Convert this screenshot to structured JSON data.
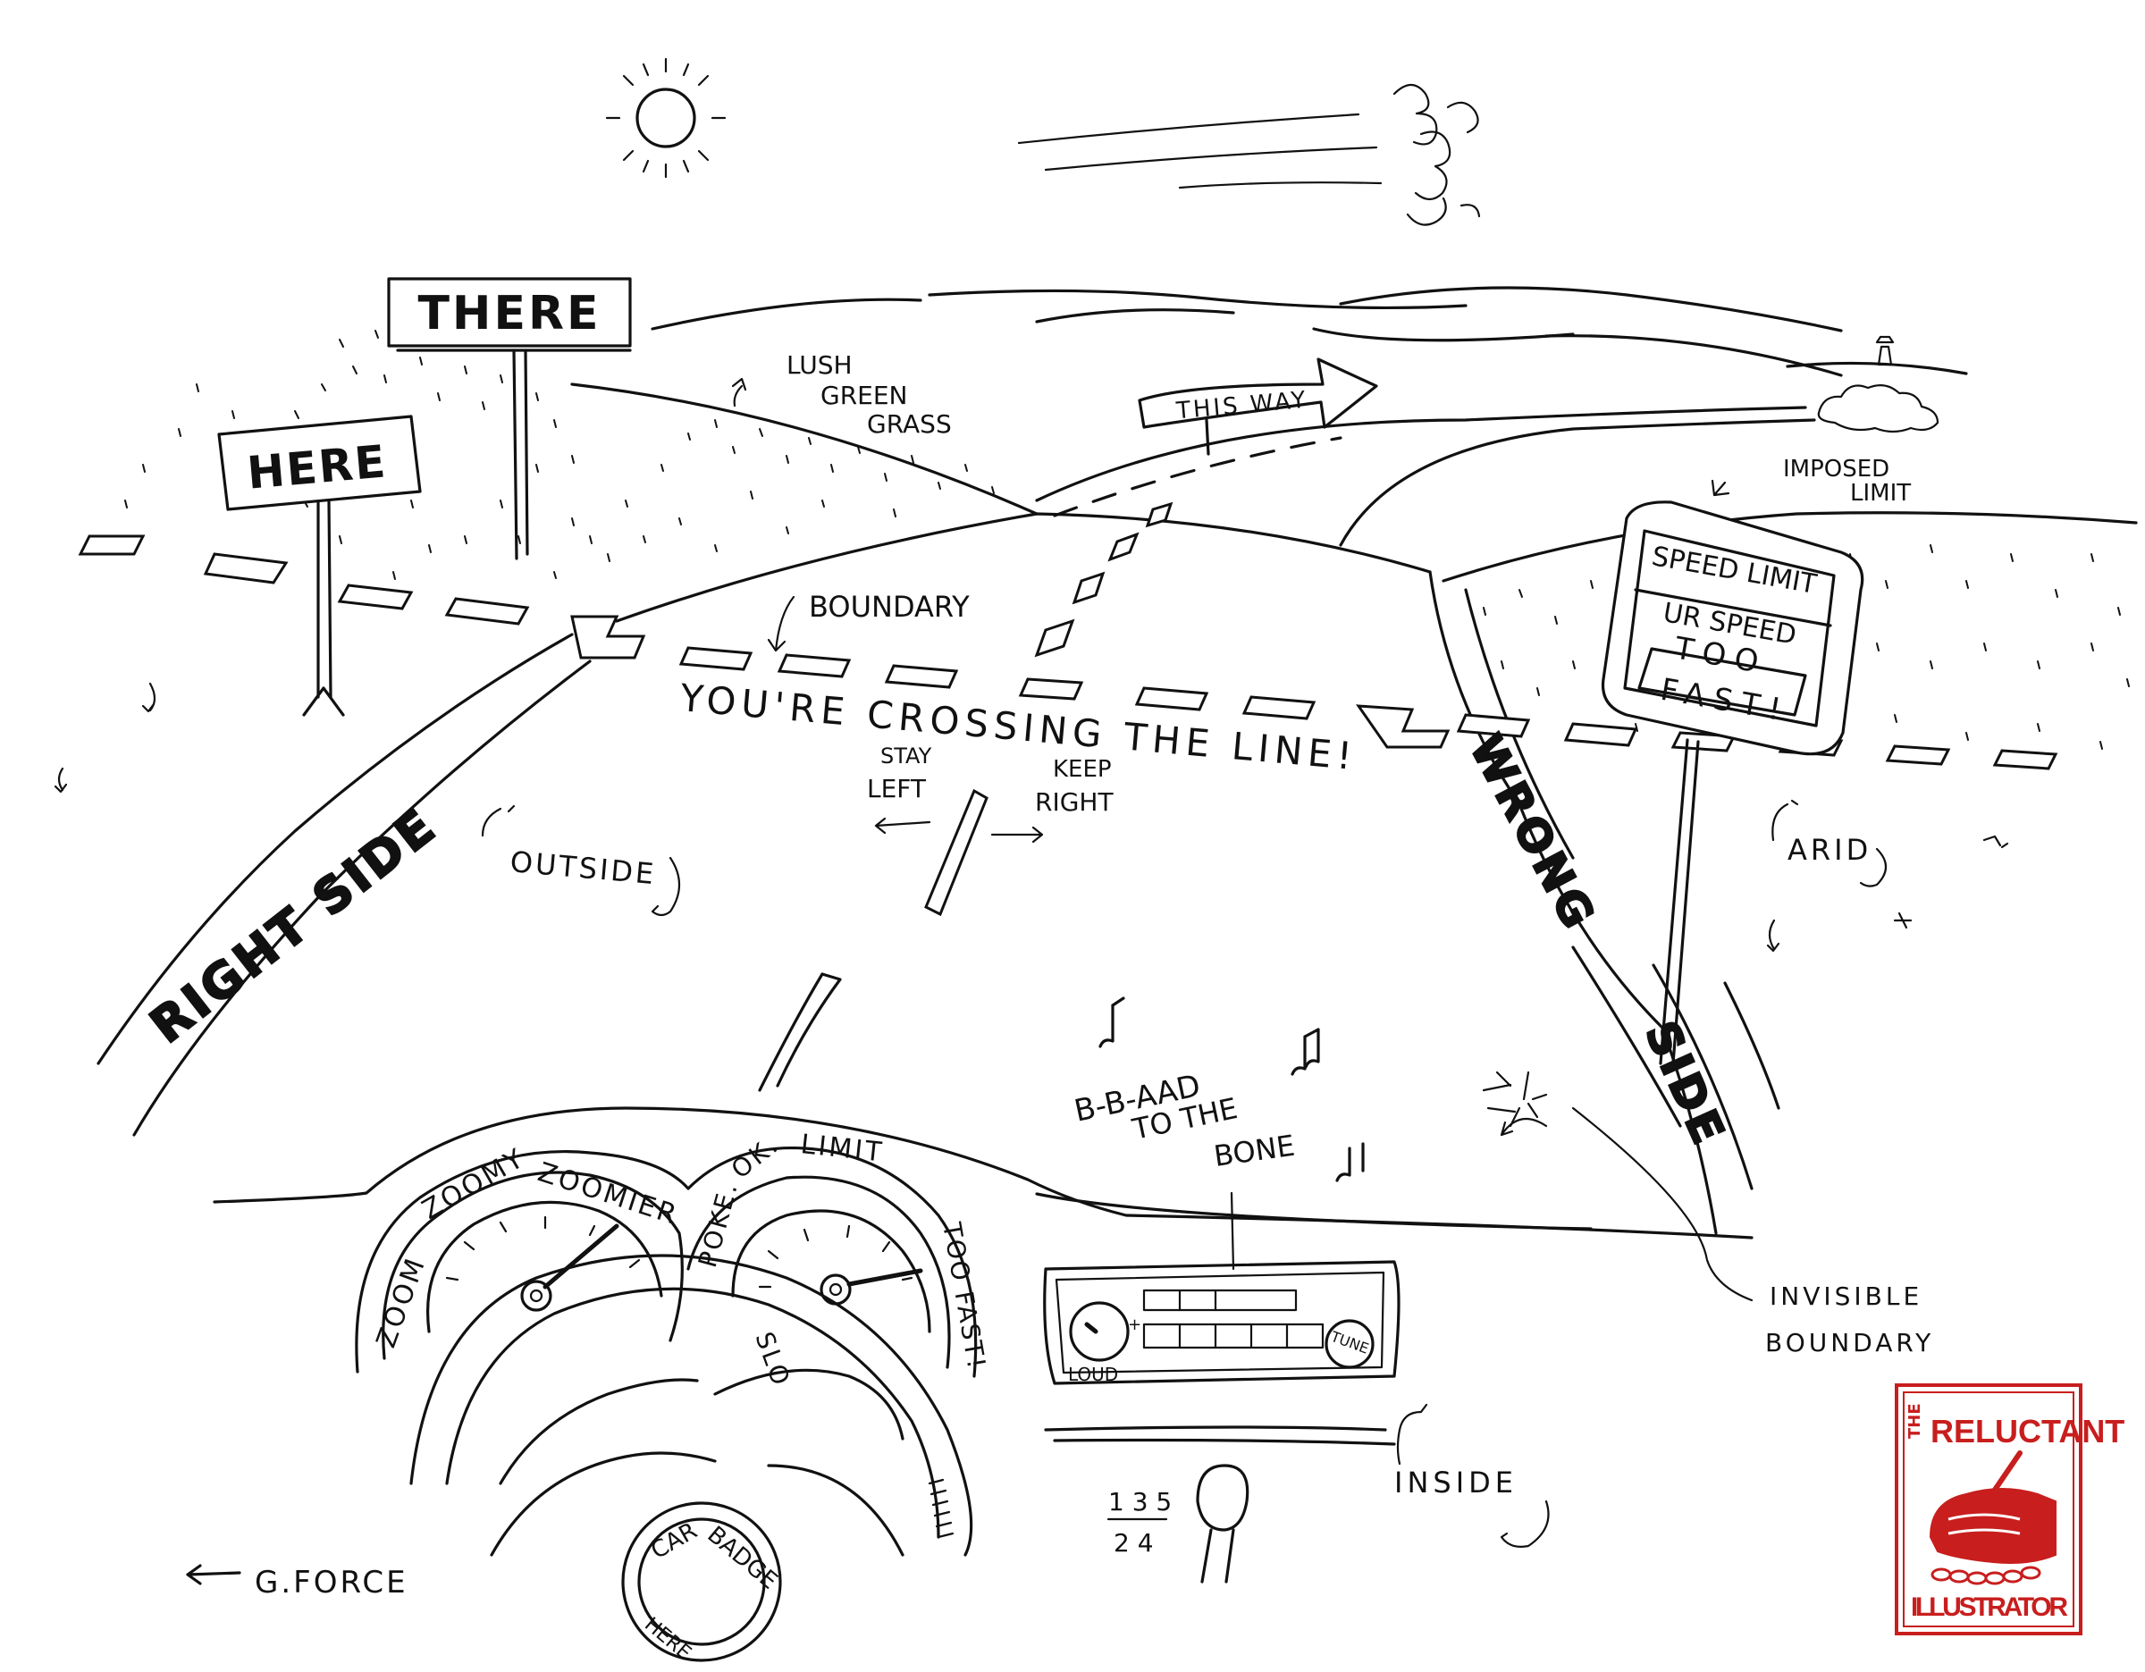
{
  "signs": {
    "there": "THERE",
    "here": "HERE",
    "this_way": "THIS WAY",
    "speed_limit_line1": "SPEED LIMIT",
    "speed_limit_line2": "UR SPEED",
    "speed_limit_line3": "TOO",
    "speed_limit_line4": "FAST!"
  },
  "labels": {
    "lush_line1": "LUSH",
    "lush_line2": "GREEN",
    "lush_line3": "GRASS",
    "imposed_line1": "IMPOSED",
    "imposed_line2": "LIMIT",
    "boundary": "BOUNDARY",
    "crossing_line": "YOU'RE CROSSING THE LINE!",
    "stay_line1": "STAY",
    "stay_line2": "LEFT",
    "keep_line1": "KEEP",
    "keep_line2": "RIGHT",
    "right_side": "RIGHT SIDE",
    "wrong": "WRONG",
    "side": "SIDE",
    "outside": "OUTSIDE",
    "arid": "ARID",
    "bbaad_line1": "B-B-AAD",
    "bbaad_line2": "TO THE",
    "bbaad_line3": "BONE",
    "invisible_line1": "INVISIBLE",
    "invisible_line2": "BOUNDARY",
    "inside": "INSIDE",
    "gforce": "G.FORCE"
  },
  "dashboard": {
    "left_gauge_zoom": "ZOOM",
    "left_gauge_zoomy": "ZOOMY",
    "left_gauge_zoomier": "ZOOMIER",
    "right_gauge_slo": "SLO",
    "right_gauge_poke": "POKE.",
    "right_gauge_ok": "OK.",
    "right_gauge_limit": "LIMIT",
    "right_gauge_too_fast": "TOO FAST!",
    "radio_loud": "LOUD",
    "radio_tune": "TUNE",
    "steering_hub_line1": "CAR",
    "steering_hub_line2": "BADGE",
    "steering_hub_line3": "HERE",
    "gear_top": "1 3 5",
    "gear_bottom": "2 4"
  },
  "logo": {
    "the": "THE",
    "reluctant": "RELUCTANT",
    "illustrator": "ILLUSTRATOR",
    "color": "#c81e1e"
  }
}
